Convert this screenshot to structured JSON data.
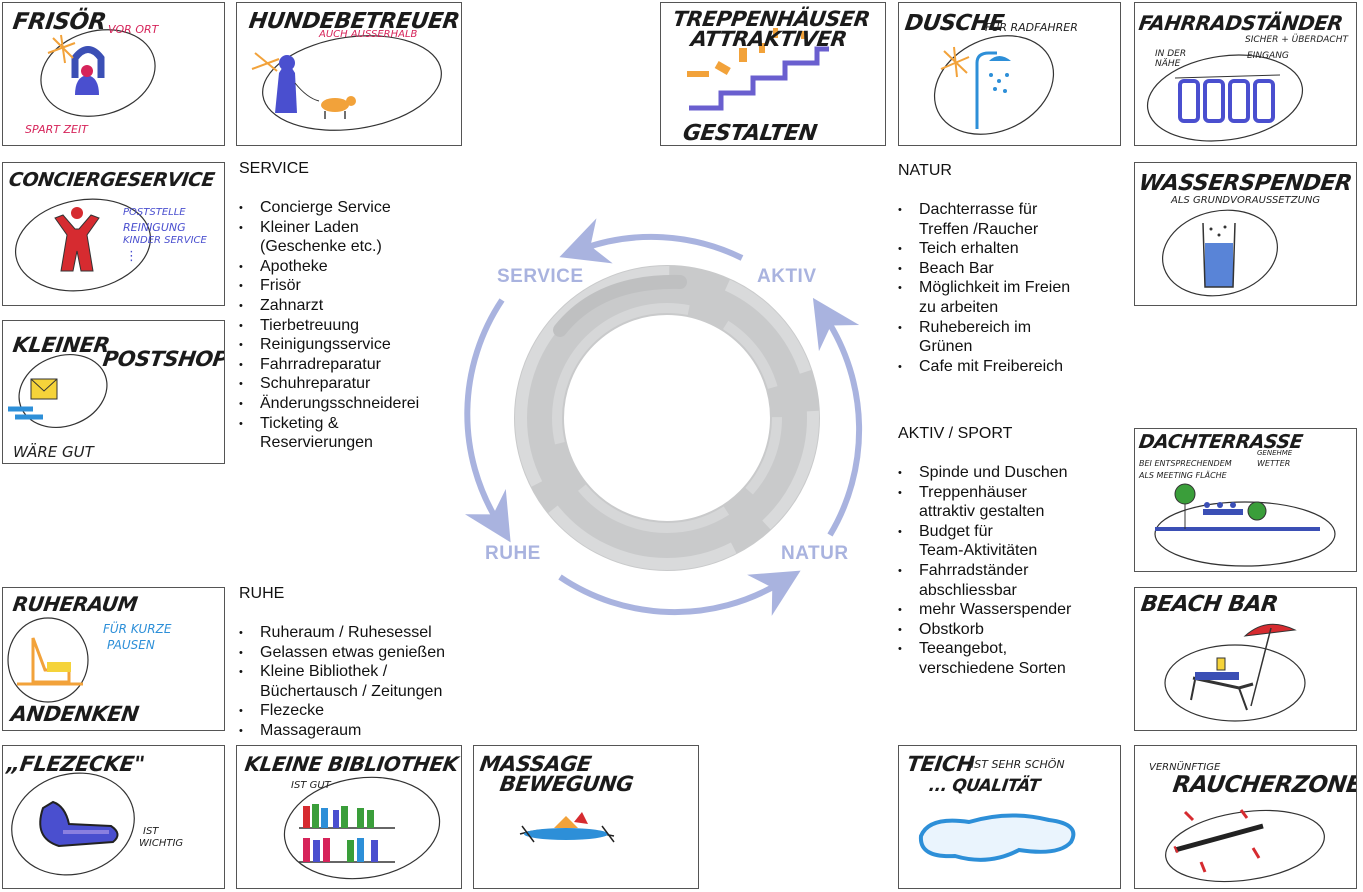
{
  "cards": {
    "frisoer": {
      "title": "FRISÖR",
      "note1": "VOR ORT",
      "note2": "SPART ZEIT"
    },
    "hunde": {
      "title": "HUNDEBETREUER",
      "note1": "AUCH AUSSERHALB"
    },
    "treppen": {
      "title1": "TREPPENHÄUSER",
      "title2": "ATTRAKTIVER",
      "title3": "GESTALTEN"
    },
    "dusche": {
      "title": "DUSCHE",
      "note1": "FÜR RADFAHRER"
    },
    "fahrrad": {
      "title": "FAHRRADSTÄNDER",
      "note1": "SICHER + ÜBERDACHT",
      "note2": "IN DER NÄHE",
      "note3": "EINGANG"
    },
    "concierge": {
      "title": "CONCIERGESERVICE",
      "note1": "POSTSTELLE",
      "note2": "REINIGUNG",
      "note3": "KINDER SERVICE",
      "note4": "⋮"
    },
    "wasser": {
      "title": "WASSERSPENDER",
      "note1": "ALS GRUNDVORAUSSETZUNG"
    },
    "postshop": {
      "title1": "KLEINER",
      "title2": "POSTSHOP",
      "note1": "WÄRE GUT"
    },
    "dachterrasse": {
      "title": "DACHTERRASSE",
      "note1": "BEI ENTSPRECHENDEM",
      "note2": "WETTER",
      "note3": "GENEHME",
      "note4": "ALS MEETING FLÄCHE"
    },
    "beachbar": {
      "title": "BEACH BAR"
    },
    "ruheraum": {
      "title": "RUHERAUM",
      "note1": "FÜR KURZE",
      "note2": "PAUSEN",
      "title2": "ANDENKEN"
    },
    "flezecke": {
      "title": "„FLEZECKE\"",
      "note1": "IST",
      "note2": "WICHTIG"
    },
    "bibliothek": {
      "title": "KLEINE BIBLIOTHEK",
      "note1": "IST GUT"
    },
    "massage": {
      "title1": "MASSAGE",
      "title2": "BEWEGUNG"
    },
    "teich": {
      "title": "TEICH",
      "note1": "IST SEHR SCHÖN",
      "note2": "... QUALITÄT"
    },
    "raucher": {
      "title": "RAUCHERZONE",
      "note1": "VERNÜNFTIGE"
    }
  },
  "lists": {
    "service": {
      "title": "SERVICE",
      "items": [
        "Concierge Service",
        "Kleiner Laden",
        "(Geschenke etc.)",
        "Apotheke",
        "Frisör",
        "Zahnarzt",
        "Tierbetreuung",
        "Reinigungsservice",
        "Fahrradreparatur",
        "Schuhreparatur",
        "Änderungsschneiderei",
        "Ticketing &",
        "Reservierungen"
      ]
    },
    "natur": {
      "title": "NATUR",
      "items": [
        "Dachterrasse für",
        "Treffen /Raucher",
        "Teich erhalten",
        "Beach Bar",
        "Möglichkeit im Freien",
        "zu arbeiten",
        "Ruhebereich im",
        "Grünen",
        "Cafe mit Freibereich"
      ]
    },
    "aktiv": {
      "title": "AKTIV / SPORT",
      "items": [
        "Spinde und Duschen",
        "Treppenhäuser",
        "attraktiv gestalten",
        "Budget für",
        "Team-Aktivitäten",
        "Fahrradständer",
        "abschliessbar",
        "mehr Wasserspender",
        "Obstkorb",
        "Teeangebot,",
        "verschiedene Sorten"
      ]
    },
    "ruhe": {
      "title": "RUHE",
      "items": [
        "Ruheraum / Ruhesessel",
        "Gelassen etwas genießen",
        "Kleine Bibliothek /",
        "Büchertausch / Zeitungen",
        "Flezecke",
        "Massageraum"
      ]
    }
  },
  "cycle": {
    "service": "SERVICE",
    "aktiv": "AKTIV",
    "ruhe": "RUHE",
    "natur": "NATUR"
  },
  "colors": {
    "arrow": "#a9b3df",
    "brush": "#c9cacb",
    "accent_blue": "#3b4fb5",
    "accent_pink": "#d6245a",
    "accent_orange": "#f2a23a"
  }
}
